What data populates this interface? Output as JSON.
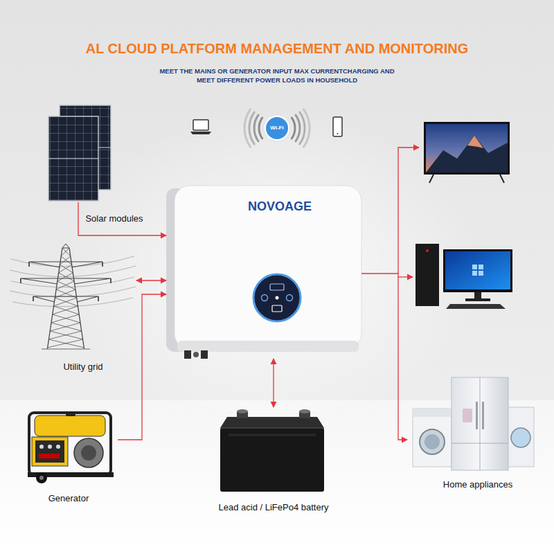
{
  "diagram": {
    "title": "AL CLOUD PLATFORM MANAGEMENT AND MONITORING",
    "nodes": [
      {
        "text": [
          "Solar modules"
        ]
      },
      {
        "text": [
          "NOVOAGE"
        ]
      },
      {
        "text": [
          "Utility grid"
        ]
      },
      {
        "text": [
          "Generator"
        ]
      },
      {
        "text": [
          "Lead acid / LiFePo4 battery"
        ]
      },
      {
        "text": [
          "Home appliances"
        ]
      }
    ],
    "edges": [
      {
        "from": 0,
        "to": 1,
        "arrow": "to"
      },
      {
        "from": 1,
        "to": 2,
        "arrow": "both"
      },
      {
        "from": 3,
        "to": 1,
        "arrow": "to"
      },
      {
        "from": 1,
        "to": 4,
        "arrow": "both"
      },
      {
        "from": 1,
        "to": 5,
        "arrow": "to"
      }
    ],
    "labels": [
      "MEET THE MAINS OR GENERATOR INPUT MAX CURRENTCHARGING AND MEET DIFFERENT POWER LOADS IN HOUSEHOLD",
      "Wi-Fi"
    ]
  }
}
